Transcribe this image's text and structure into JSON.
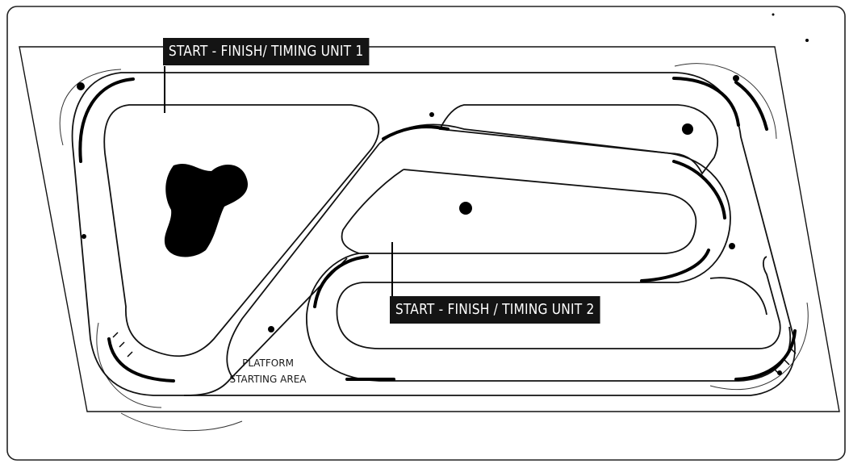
{
  "labels": {
    "timing_unit_1": "START - FINISH/ TIMING UNIT 1",
    "timing_unit_2": "START - FINISH / TIMING UNIT 2",
    "platform_line1": "PLATFORM",
    "platform_line2": "STARTING AREA"
  },
  "colors": {
    "ink": "#141414",
    "callout_bg": "#141414",
    "callout_text": "#ffffff",
    "background": "#ffffff"
  }
}
